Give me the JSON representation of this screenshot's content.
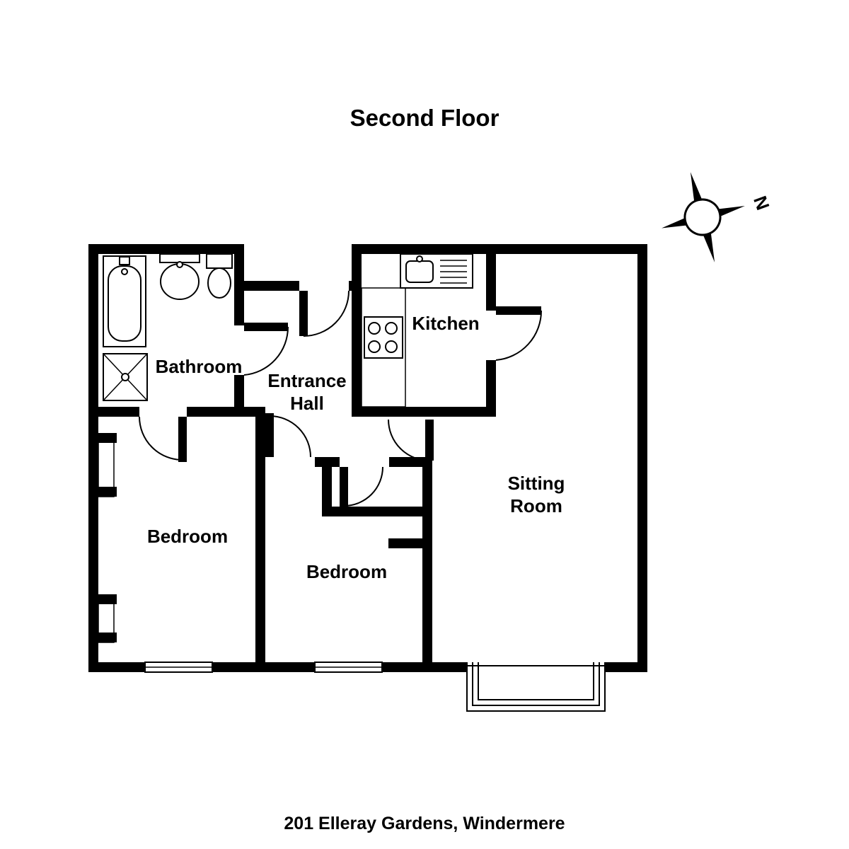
{
  "title": "Second Floor",
  "address_footer": "201 Elleray Gardens, Windermere",
  "compass": {
    "north_label": "N"
  },
  "rooms": {
    "bathroom": "Bathroom",
    "entrance_hall_line1": "Entrance",
    "entrance_hall_line2": "Hall",
    "kitchen": "Kitchen",
    "sitting_room_line1": "Sitting",
    "sitting_room_line2": "Room",
    "bedroom_left": "Bedroom",
    "bedroom_middle": "Bedroom"
  },
  "colors": {
    "wall": "#000000",
    "background": "#ffffff",
    "text": "#000000"
  }
}
